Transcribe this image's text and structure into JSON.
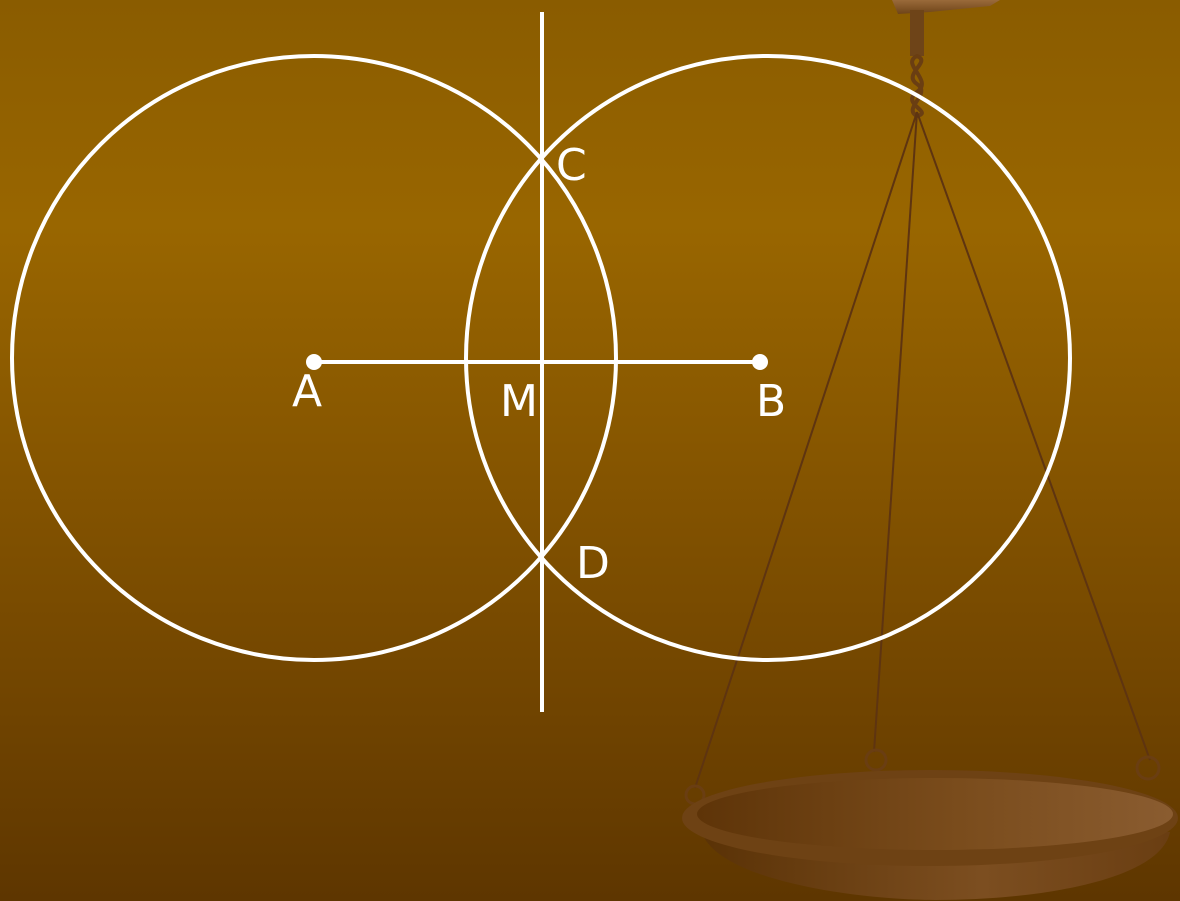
{
  "diagram": {
    "labels": {
      "a": "A",
      "b": "B",
      "c": "C",
      "d": "D",
      "m": "M"
    }
  },
  "colors": {
    "construction": "#ffffff",
    "background_top": "#8a5c00",
    "background_bottom": "#5e3600",
    "scale_brown": "#7a4a18"
  },
  "decoration": {
    "icon": "balance-scale-icon"
  }
}
